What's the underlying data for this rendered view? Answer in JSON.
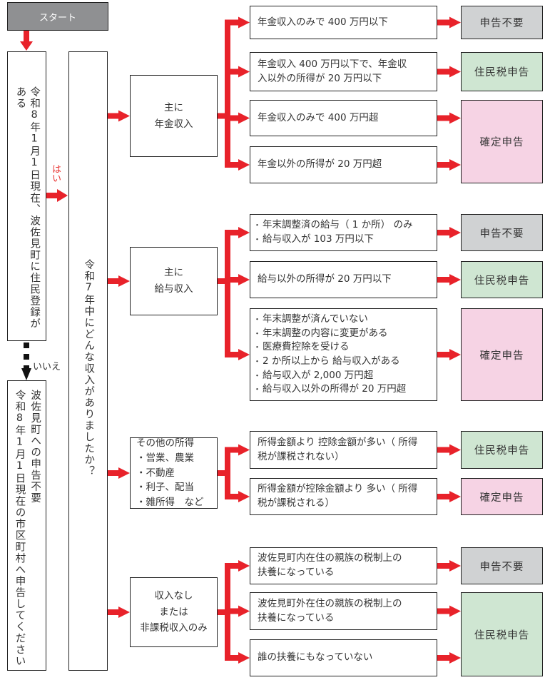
{
  "start": {
    "label": "スタート"
  },
  "question1": {
    "text": "令和8年1月1日現在、波佐見町に住民登録がある"
  },
  "answers": {
    "yes": "はい",
    "no": "いいえ"
  },
  "no_result": {
    "line1": "波佐見町への申告不要",
    "line2": "令和8年1月1日現在の市区町村へ申告してください"
  },
  "question2": {
    "text": "令和7年中にどんな収入がありましたか？"
  },
  "categories": [
    {
      "title_lines": [
        "主に",
        "年金収入"
      ],
      "conditions": [
        {
          "lines": [
            "年金収入のみで 400 万円以下"
          ],
          "result": "申告不要"
        },
        {
          "lines": [
            "年金収入 400 万円以下で、年金収",
            "入以外の所得が 20 万円以下"
          ],
          "result": "住民税申告"
        },
        {
          "lines": [
            "年金収入のみで 400 万円超"
          ],
          "result": "確定申告"
        },
        {
          "lines": [
            "年金以外の所得が 20 万円超"
          ],
          "result": "確定申告"
        }
      ]
    },
    {
      "title_lines": [
        "主に",
        "給与収入"
      ],
      "conditions": [
        {
          "bullets": [
            "年末調整済の給与（ 1 か所） のみ",
            "給与収入が 103 万円以下"
          ],
          "result": "申告不要"
        },
        {
          "lines": [
            "給与以外の所得が 20 万円以下"
          ],
          "result": "住民税申告"
        },
        {
          "bullets": [
            "年末調整が済んでいない",
            "年末調整の内容に変更がある",
            "医療費控除を受ける",
            "2 か所以上から 給与収入がある",
            "給与収入が 2,000 万円超",
            "給与収入以外の所得が 20 万円超"
          ],
          "result": "確定申告"
        }
      ]
    },
    {
      "title_lines": [
        "その他の所得"
      ],
      "title_bullets": [
        "営業、農業",
        "不動産",
        "利子、配当",
        "雑所得　など"
      ],
      "conditions": [
        {
          "lines": [
            "所得金額より 控除金額が多い（ 所得",
            "税が課税されない）"
          ],
          "result": "住民税申告"
        },
        {
          "lines": [
            "所得金額が控除金額より 多い（ 所得",
            "税が課税される）"
          ],
          "result": "確定申告"
        }
      ]
    },
    {
      "title_lines": [
        "収入なし",
        "または",
        "非課税収入のみ"
      ],
      "conditions": [
        {
          "lines": [
            "波佐見町内在住の親族の税制上の",
            "扶養になっている"
          ],
          "result": "申告不要"
        },
        {
          "lines": [
            "波佐見町外在住の親族の税制上の",
            "扶養になっている"
          ],
          "result": "住民税申告"
        },
        {
          "lines": [
            "誰の扶養にもなっていない"
          ],
          "result": "住民税申告"
        }
      ]
    }
  ],
  "results": {
    "none": "申告不要",
    "resident": "住民税申告",
    "final": "確定申告"
  },
  "colors": {
    "arrow": "#e8222a",
    "start_fill": "#8f9092",
    "result_none": "#d0d2d3",
    "result_resident": "#cfe6d2",
    "result_final": "#f6d3e4"
  }
}
